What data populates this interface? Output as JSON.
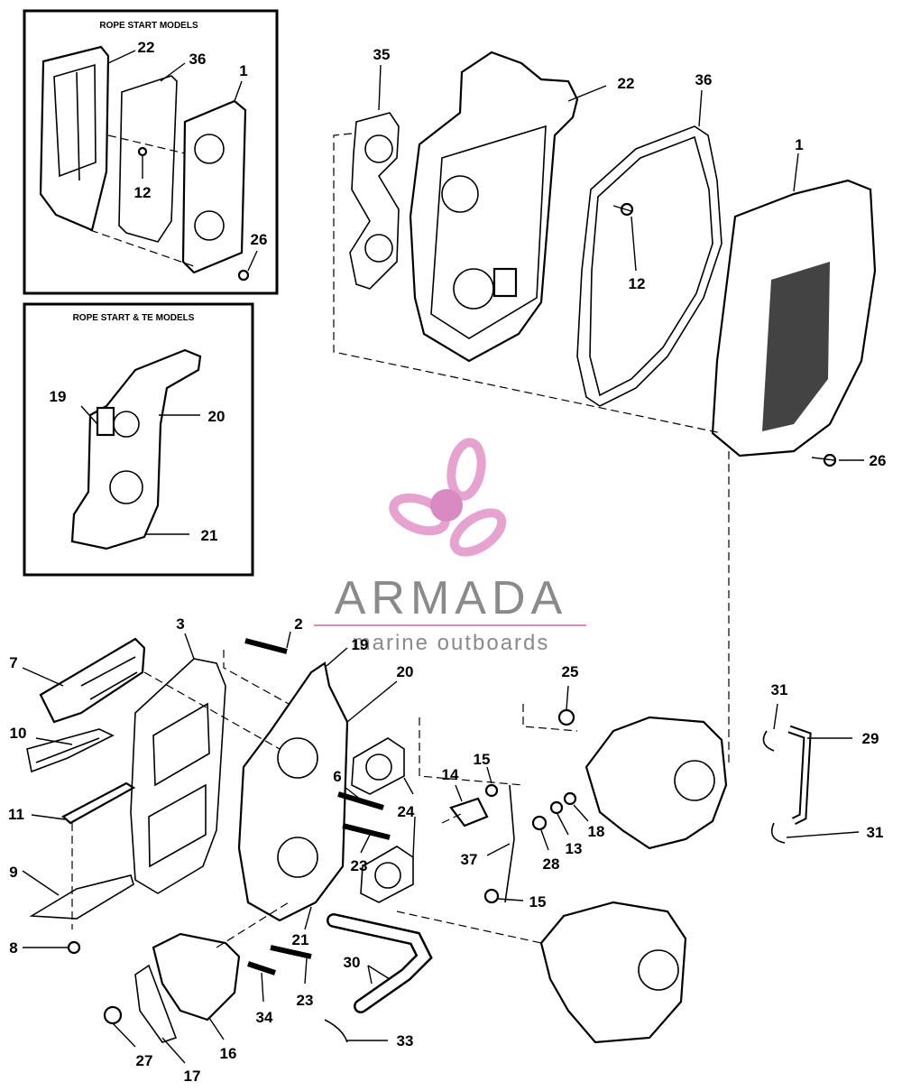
{
  "insets": {
    "rope_start_models": {
      "title": "ROPE START MODELS"
    },
    "rope_start_te_models": {
      "title": "ROPE START & TE MODELS"
    }
  },
  "callouts": {
    "inset1": [
      "22",
      "36",
      "1",
      "12",
      "26"
    ],
    "inset2": [
      "19",
      "20",
      "21"
    ],
    "upper": [
      "35",
      "22",
      "36",
      "1",
      "12",
      "26"
    ],
    "lower": [
      "3",
      "2",
      "19",
      "20",
      "7",
      "10",
      "11",
      "9",
      "8",
      "6",
      "24",
      "23",
      "21",
      "23",
      "34",
      "27",
      "17",
      "16",
      "30",
      "33",
      "25",
      "15",
      "14",
      "37",
      "15",
      "28",
      "13",
      "18",
      "31",
      "29",
      "31"
    ]
  },
  "watermark": {
    "brand": "ARMADA",
    "tagline": "marine outboards",
    "colors": {
      "propeller": "#e6a3cf",
      "hub": "#d98ac2",
      "text": "#8a8a8a"
    }
  }
}
